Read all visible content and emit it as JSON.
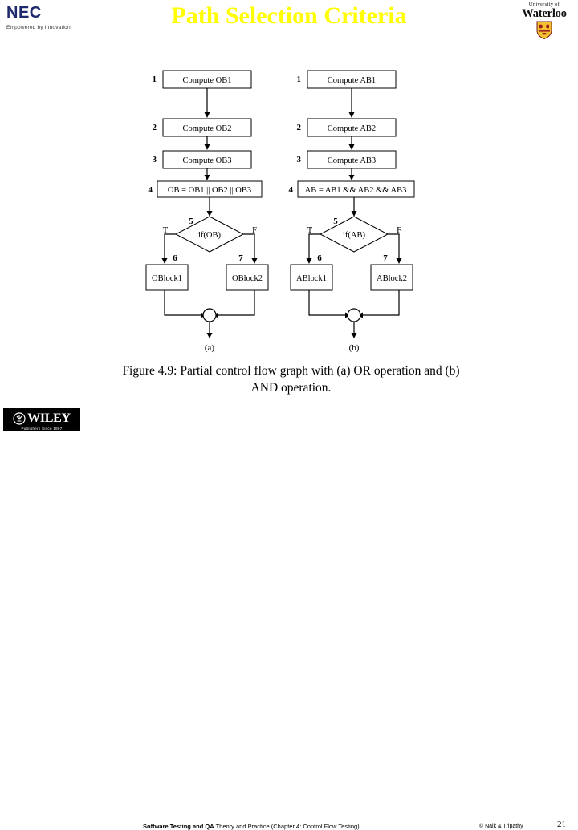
{
  "header": {
    "title": "Path Selection Criteria",
    "title_color": "#FFFF00",
    "nec_logo": {
      "wordmark": "NEC",
      "tagline": "Empowered by Innovation",
      "color": "#1F2A6E"
    },
    "waterloo_logo": {
      "line1": "University of",
      "line2": "Waterloo",
      "shield_color": "#F2C230"
    }
  },
  "figure": {
    "caption_line1": "Figure 4.9: Partial control flow graph with (a) OR operation and (b)",
    "caption_line2": "AND operation.",
    "graphs": [
      {
        "sublabel": "(a)",
        "nodes": [
          {
            "num": "1",
            "label": "Compute OB1",
            "shape": "box"
          },
          {
            "num": "2",
            "label": "Compute OB2",
            "shape": "box"
          },
          {
            "num": "3",
            "label": "Compute OB3",
            "shape": "box"
          },
          {
            "num": "4",
            "label": "OB = OB1 || OB2 || OB3",
            "shape": "box"
          },
          {
            "num": "5",
            "label": "if(OB)",
            "shape": "diamond"
          },
          {
            "num": "6",
            "label": "OBlock1",
            "shape": "box"
          },
          {
            "num": "7",
            "label": "OBlock2",
            "shape": "box"
          }
        ],
        "branch_true": "T",
        "branch_false": "F"
      },
      {
        "sublabel": "(b)",
        "nodes": [
          {
            "num": "1",
            "label": "Compute AB1",
            "shape": "box"
          },
          {
            "num": "2",
            "label": "Compute AB2",
            "shape": "box"
          },
          {
            "num": "3",
            "label": "Compute AB3",
            "shape": "box"
          },
          {
            "num": "4",
            "label": "AB = AB1 && AB2 && AB3",
            "shape": "box"
          },
          {
            "num": "5",
            "label": "if(AB)",
            "shape": "diamond"
          },
          {
            "num": "6",
            "label": "ABlock1",
            "shape": "box"
          },
          {
            "num": "7",
            "label": "ABlock2",
            "shape": "box"
          }
        ],
        "branch_true": "T",
        "branch_false": "F"
      }
    ]
  },
  "footer": {
    "wiley_word": "WILEY",
    "wiley_sub": "Publishers Since 1807",
    "center_bold": "Software Testing and QA",
    "center_rest": " Theory and Practice (Chapter 4: Control Flow Testing)",
    "copyright": "© Naik & Tripathy",
    "page_number": "21"
  }
}
